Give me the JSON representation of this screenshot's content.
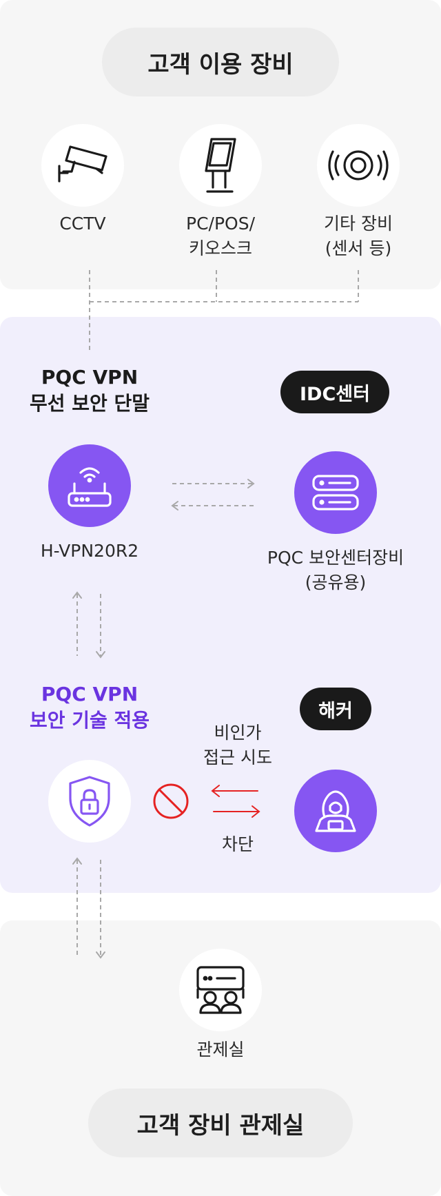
{
  "top": {
    "title": "고객 이용 장비",
    "devices": [
      {
        "label": "CCTV",
        "icon": "cctv-camera-icon"
      },
      {
        "label": "PC/POS/\n키오스크",
        "icon": "kiosk-icon"
      },
      {
        "label": "기타 장비\n(센서 등)",
        "icon": "sensor-icon"
      }
    ]
  },
  "middle": {
    "terminal_heading": "PQC VPN\n무선 보안 단말",
    "idc_badge": "IDC센터",
    "router_label": "H-VPN20R2",
    "server_label": "PQC 보안센터장비\n(공유용)",
    "tech_heading": "PQC VPN\n보안 기술 적용",
    "hacker_badge": "해커",
    "attempt_label": "비인가\n접근 시도",
    "block_label": "차단"
  },
  "bottom": {
    "control_label": "관제실",
    "title": "고객 장비 관제실"
  },
  "colors": {
    "accent_purple": "#8656f2",
    "heading_purple": "#6a34e0",
    "block_red": "#e52222",
    "panel_gray": "#f6f6f6",
    "panel_lavender": "#f1effc"
  }
}
